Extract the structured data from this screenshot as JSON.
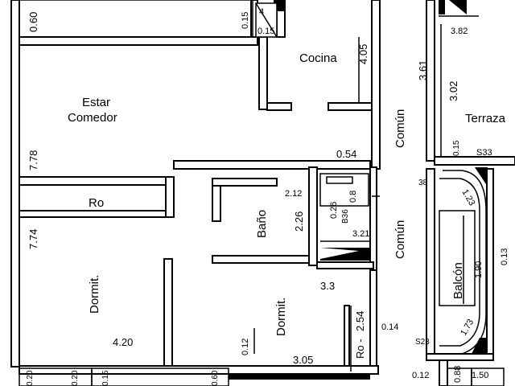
{
  "rooms": {
    "estar_line1": "Estar",
    "estar_line2": "Comedor",
    "cocina": "Cocina",
    "ro_top": "Ro",
    "bano": "Baño",
    "dormit_left": "Dormit.",
    "dormit_center": "Dormit.",
    "ro_vertical": "Ro -",
    "comun_top": "Común",
    "comun_bottom": "Común",
    "terraza": "Terraza",
    "balcon": "Balcón"
  },
  "dimensions": {
    "d_0_60_top": "0.60",
    "d_0_15_a": "0.15",
    "d_4": "4",
    "d_0_15_b": "0.15",
    "d_4_05": "4.05",
    "d_7_78": "7.78",
    "d_0_54": "0.54",
    "d_7_74": "7.74",
    "d_4_20": "4.20",
    "d_2_12": "2.12",
    "d_2_26": "2.26",
    "d_0_26": "0.26",
    "d_0_8": "0.8",
    "d_b36": "B36",
    "d_3_21": "3.21",
    "d_3_3": "3.3",
    "d_0_12_center": "0.12",
    "d_2_54": "2.54",
    "d_0_14": "0.14",
    "d_3_05": "3.05",
    "d_3_82": "3.82",
    "d_3_61": "3.61",
    "d_3_02": "3.02",
    "d_0_15_terr": "0.15",
    "d_s33": "S33",
    "d_38": "38",
    "d_1_23": "1.23",
    "d_1_90": "1.90",
    "d_0_13": "0.13",
    "d_1_73": "1.73",
    "d_s23": "S23",
    "d_0_12_bottom": "0.12",
    "d_0_88": "0.88",
    "d_1_50": "1.50",
    "d_0_20_a": "0.20",
    "d_0_20_b": "0.20",
    "d_0_15_bottom": "0.15",
    "d_0_60_bottom": "0.60"
  }
}
